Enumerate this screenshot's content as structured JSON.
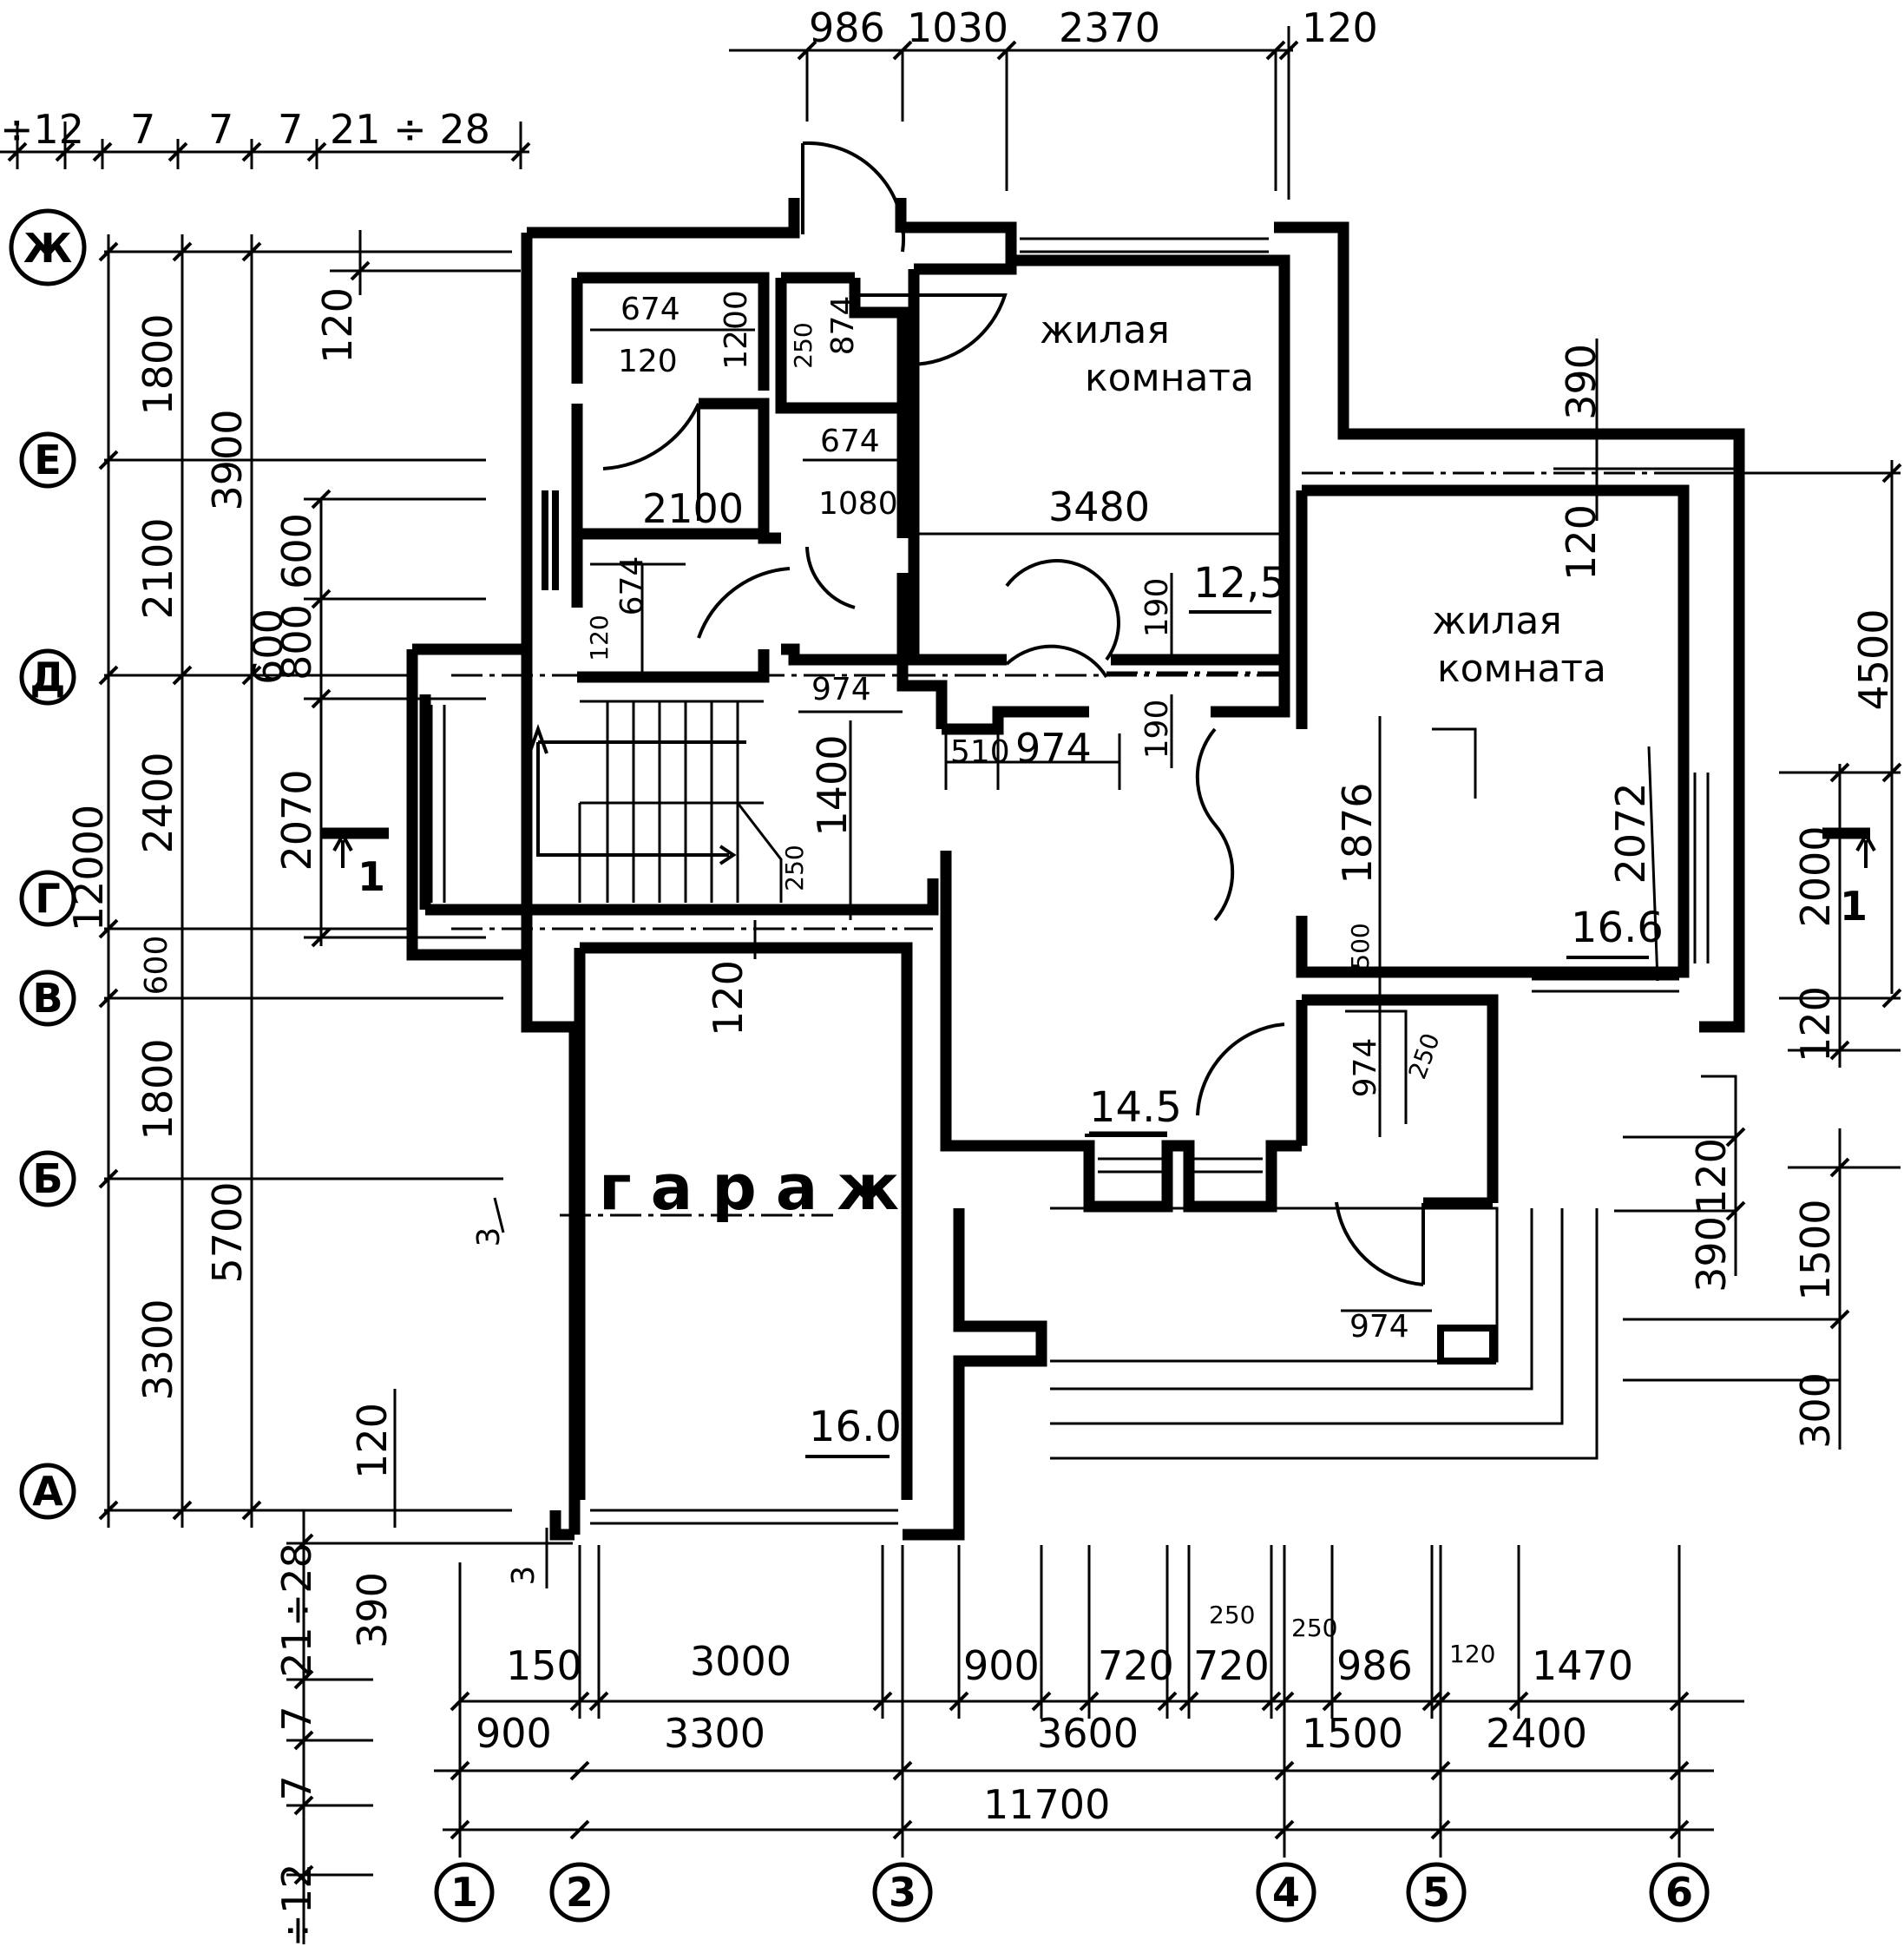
{
  "axes": {
    "rows": [
      "Ж",
      "Е",
      "Д",
      "Г",
      "В",
      "Б",
      "А"
    ],
    "columns": [
      "1",
      "2",
      "3",
      "4",
      "5",
      "6"
    ]
  },
  "rooms": {
    "living1": {
      "line1": "жилая",
      "line2": "комната",
      "area": "12,5",
      "width": "3480"
    },
    "living2": {
      "line1": "жилая",
      "line2": "комната",
      "area": "16.6"
    },
    "hall": {
      "area": "14.5"
    },
    "garage": {
      "name": "гараж",
      "area": "16.0"
    }
  },
  "section_mark": "1",
  "dimensions": {
    "top": [
      "986",
      "1030",
      "2370",
      "120"
    ],
    "top_left": [
      "÷12",
      "7",
      "7",
      "7",
      "21 ÷ 28"
    ],
    "left_outer": [
      "12000"
    ],
    "left_mid": [
      "1800",
      "2100",
      "2400",
      "600",
      "1800",
      "3300"
    ],
    "left_inner": [
      "3900",
      "5700"
    ],
    "left_openings": [
      "120",
      "600",
      "800",
      "600",
      "2070",
      "120"
    ],
    "left_bottom_vertical": [
      "21÷28",
      "7",
      "7",
      "÷12"
    ],
    "left_small": [
      "3",
      "3",
      "390"
    ],
    "right_outer": [
      "4500",
      "2000",
      "120",
      "300",
      "1500"
    ],
    "right_inner": [
      "390",
      "120",
      "2072",
      "1876",
      "500",
      "120",
      "390"
    ],
    "interior": [
      "674",
      "120",
      "1200",
      "250",
      "874",
      "674",
      "1080",
      "2100",
      "674",
      "120",
      "974",
      "510",
      "974",
      "190",
      "190",
      "1400",
      "250",
      "974",
      "250",
      "974",
      "120"
    ],
    "bottom_row1": [
      "150",
      "3000",
      "900",
      "720",
      "250",
      "720",
      "250",
      "986",
      "120",
      "1470"
    ],
    "bottom_row2": [
      "900",
      "3300",
      "3600",
      "1500",
      "2400"
    ],
    "bottom_total": "11700"
  }
}
